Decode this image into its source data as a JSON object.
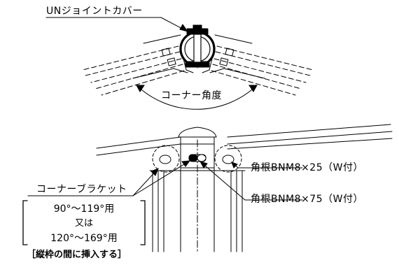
{
  "labels": {
    "top_part": "UNジョイントカバー",
    "corner_angle": "コーナー角度",
    "bracket": "コーナーブラケット",
    "bolt_upper": "角根BNM8×25（W付）",
    "bolt_lower": "角根BNM8×75（W付）"
  },
  "ranges": {
    "line1": "90°～119°用",
    "conj": "又は",
    "line2": "120°～169°用"
  },
  "note": "［縦枠の間に挿入する］"
}
